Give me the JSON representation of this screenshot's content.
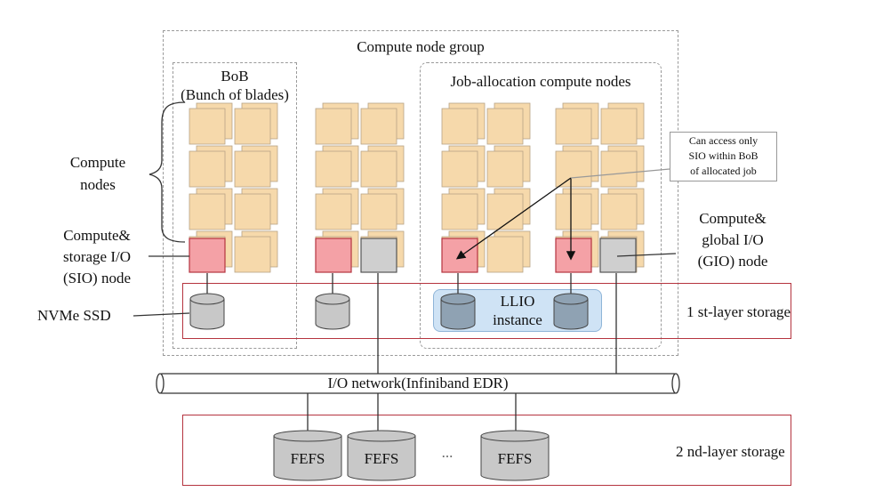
{
  "labels": {
    "compute_node_group": "Compute node group",
    "bob_title": "BoB",
    "bob_subtitle": "(Bunch of blades)",
    "job_allocation": "Job-allocation compute nodes",
    "compute_nodes_line1": "Compute",
    "compute_nodes_line2": "nodes",
    "sio_line1": "Compute&",
    "sio_line2": "storage I/O",
    "sio_line3": "(SIO) node",
    "gio_line1": "Compute&",
    "gio_line2": "global I/O",
    "gio_line3": "(GIO) node",
    "nvme": "NVMe SSD",
    "llio_line1": "LLIO",
    "llio_line2": "instance",
    "callout_line1": "Can access only",
    "callout_line2": "SIO within BoB",
    "callout_line3": "of allocated job",
    "first_layer": "1 st-layer storage",
    "io_network": "I/O network(Infiniband EDR)",
    "second_layer": "2 nd-layer storage",
    "fefs_1": "FEFS",
    "fefs_2": "FEFS",
    "fefs_3": "FEFS",
    "ellipsis": "..."
  },
  "colors": {
    "blade_fill": "#f6d9ab",
    "blade_stroke": "#b8a285",
    "sio_fill": "#f4a1a6",
    "gio_fill": "#cfcfcf",
    "disk_gray": "#c8c8c8",
    "disk_blue": "#8fa2b3",
    "red_border": "#b5343f"
  }
}
